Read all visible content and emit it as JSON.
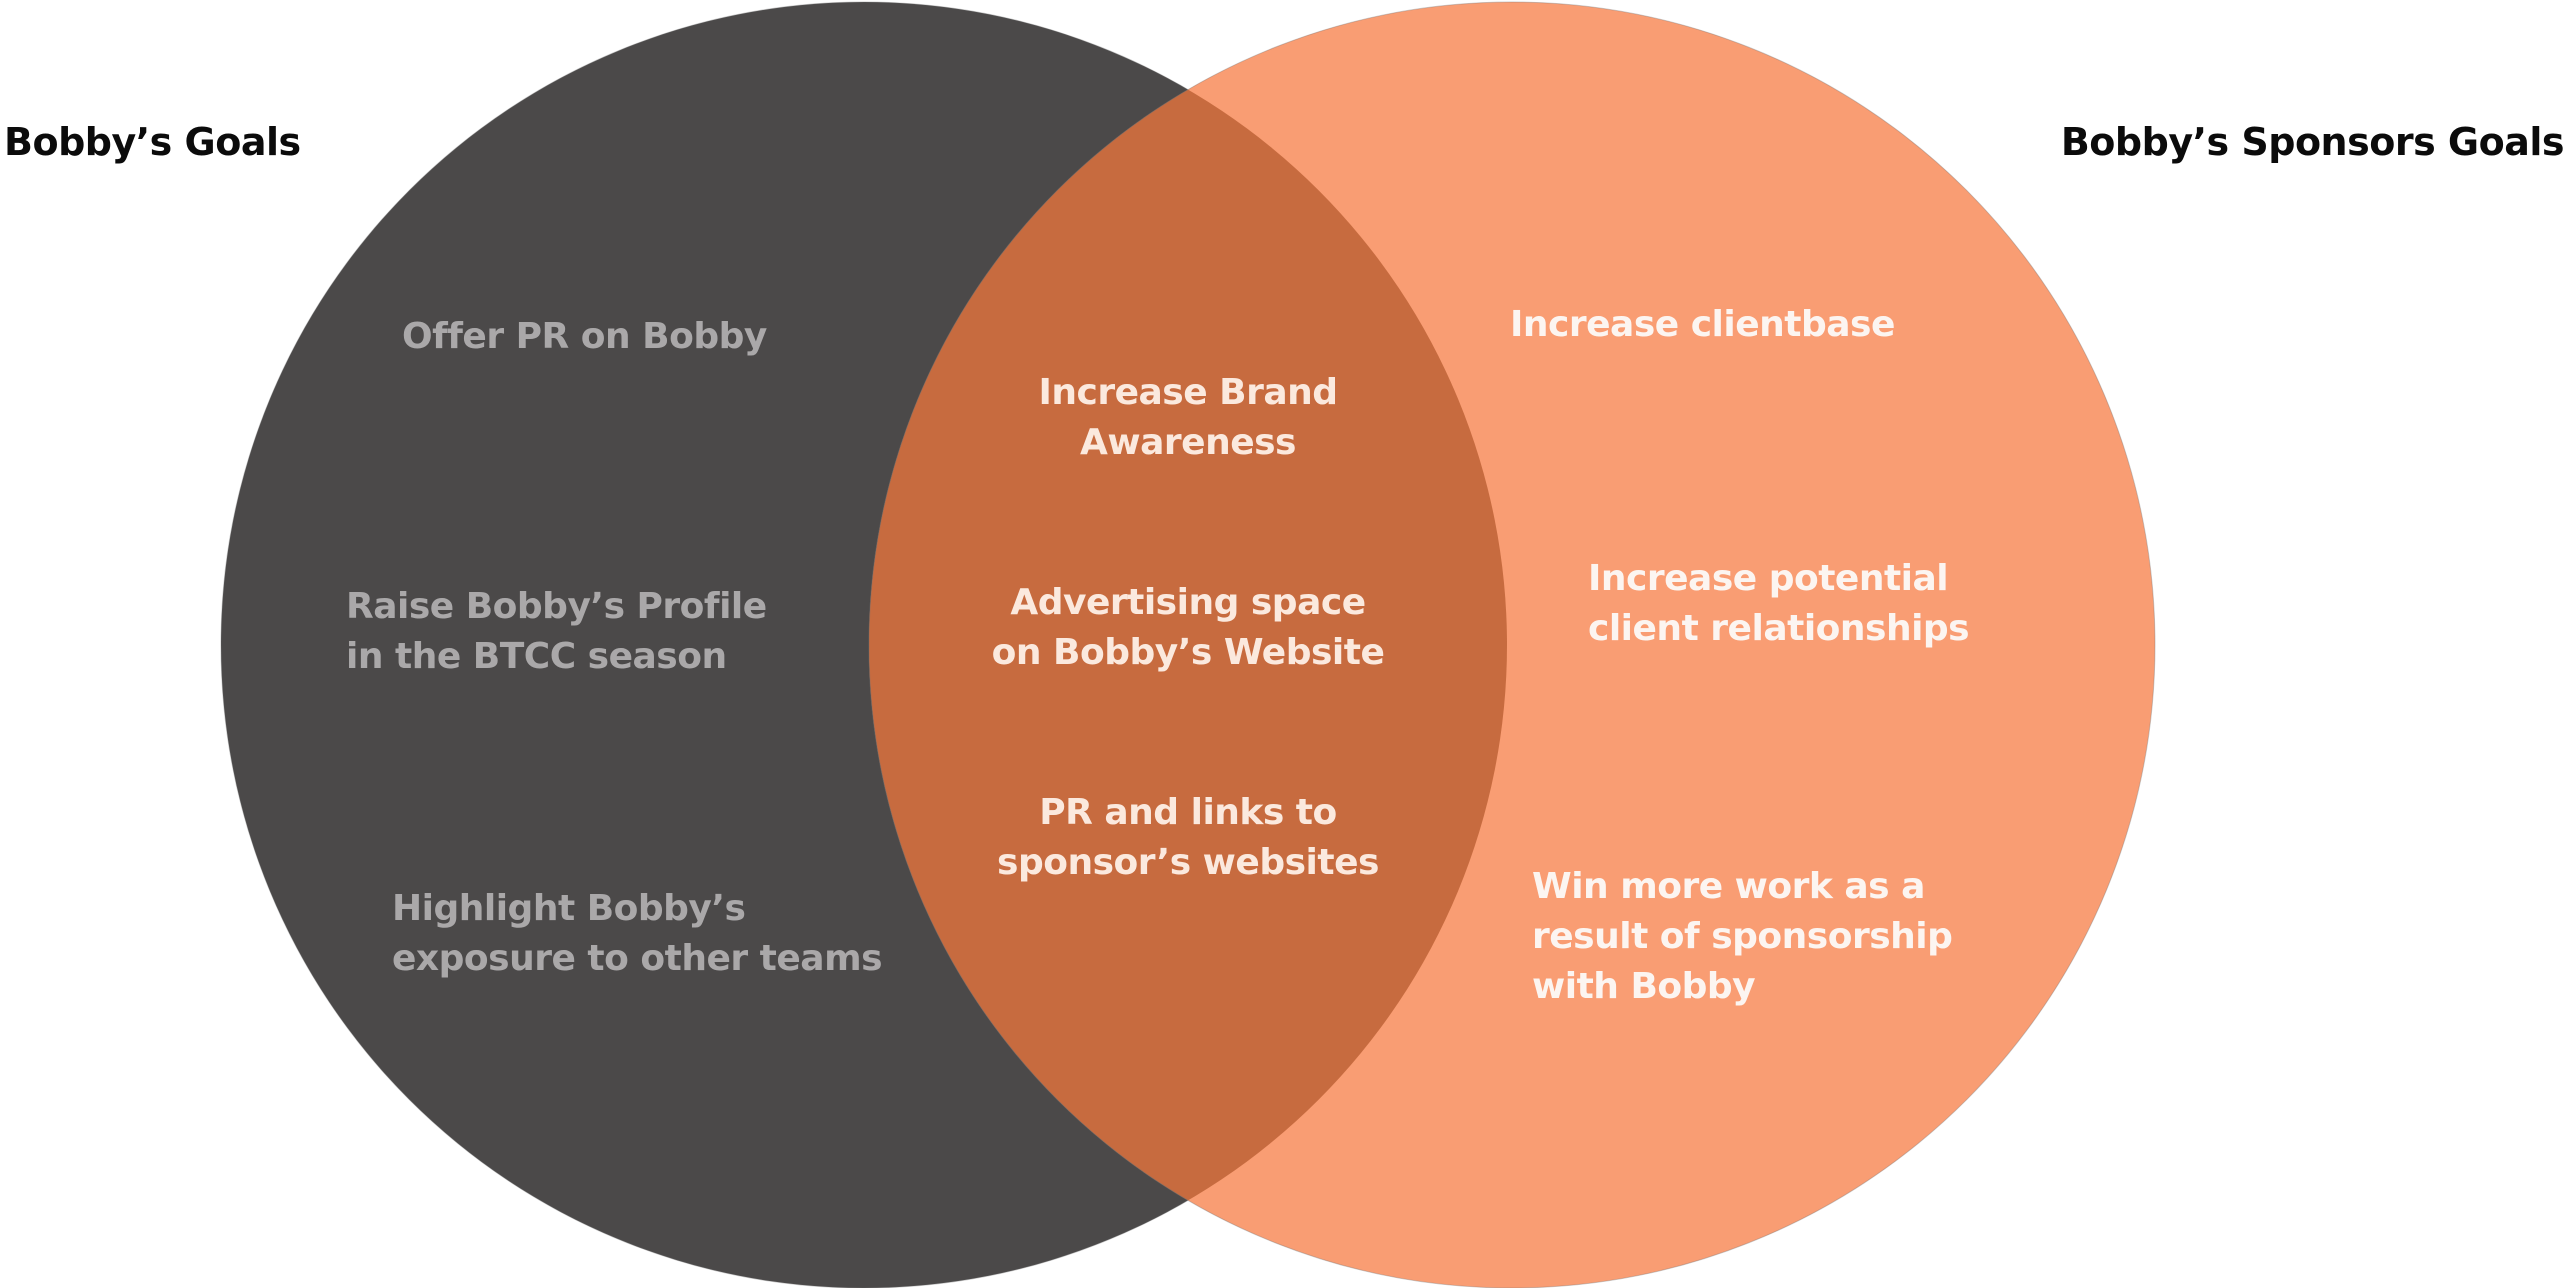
{
  "diagram": {
    "type": "venn",
    "left_circle": {
      "title": "Bobby’s Goals",
      "fill_color": "#4b4949",
      "text_color": "#aaa8a9",
      "items": [
        "Offer PR on Bobby",
        "Raise Bobby’s Profile\nin the BTCC season",
        "Highlight Bobby’s\nexposure to other teams"
      ]
    },
    "right_circle": {
      "title": "Bobby’s Sponsors Goals",
      "fill_color": "#f99d73",
      "text_color": "#fcf5f1",
      "items": [
        "Increase clientbase",
        "Increase potential\nclient relationships",
        "Win more work as a\nresult of sponsorship\nwith Bobby"
      ]
    },
    "overlap": {
      "fill_color": "#c76b3f",
      "text_color": "#fbe9de",
      "items": [
        "Increase Brand\nAwareness",
        "Advertising space\non Bobby’s Website",
        "PR and links to\nsponsor’s websites"
      ]
    },
    "title_color": "#0b0b0b",
    "background_color": "#ffffff"
  }
}
